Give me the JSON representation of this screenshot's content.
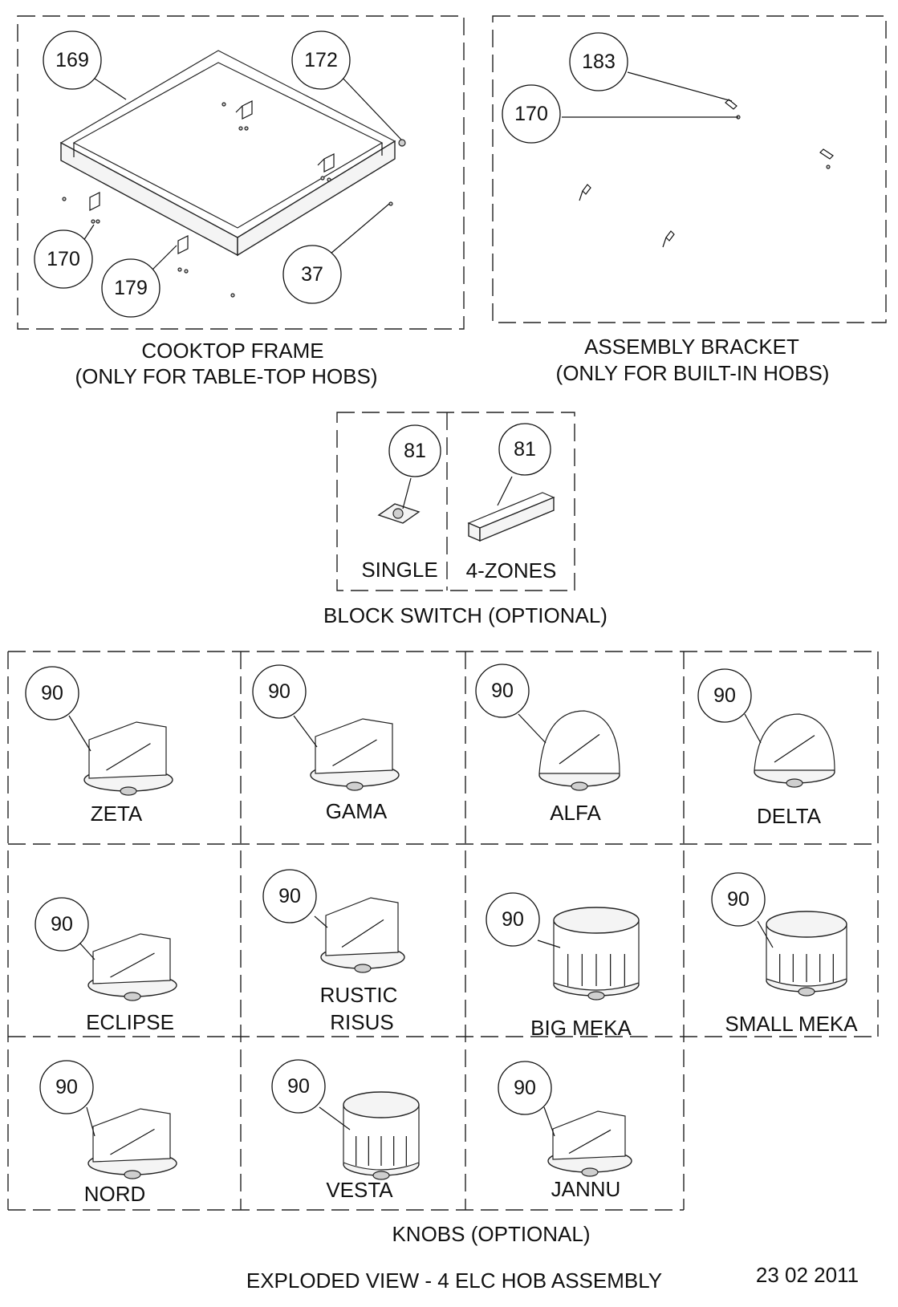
{
  "sections": {
    "cooktop_frame": {
      "title": "COOKTOP FRAME",
      "subtitle": "(ONLY FOR TABLE-TOP HOBS)",
      "callouts": [
        "169",
        "172",
        "170",
        "179",
        "37"
      ]
    },
    "assembly_bracket": {
      "title": "ASSEMBLY BRACKET",
      "subtitle": "(ONLY FOR BUILT-IN HOBS)",
      "callouts": [
        "183",
        "170"
      ]
    },
    "block_switch": {
      "title": "BLOCK SWITCH (OPTIONAL)",
      "variants": [
        {
          "label": "SINGLE",
          "callout": "81"
        },
        {
          "label": "4-ZONES",
          "callout": "81"
        }
      ]
    },
    "knobs": {
      "title": "KNOBS (OPTIONAL)",
      "items": [
        {
          "label": "ZETA",
          "callout": "90"
        },
        {
          "label": "GAMA",
          "callout": "90"
        },
        {
          "label": "ALFA",
          "callout": "90"
        },
        {
          "label": "DELTA",
          "callout": "90"
        },
        {
          "label": "ECLIPSE",
          "callout": "90"
        },
        {
          "label": "RUSTIC",
          "label2": "RISUS",
          "callout": "90"
        },
        {
          "label": "BIG MEKA",
          "callout": "90"
        },
        {
          "label": "SMALL MEKA",
          "callout": "90"
        },
        {
          "label": "NORD",
          "callout": "90"
        },
        {
          "label": "VESTA",
          "callout": "90"
        },
        {
          "label": "JANNU",
          "callout": "90"
        }
      ]
    }
  },
  "footer": {
    "title": "EXPLODED VIEW - 4 ELC HOB ASSEMBLY",
    "date": "23 02 2011"
  }
}
